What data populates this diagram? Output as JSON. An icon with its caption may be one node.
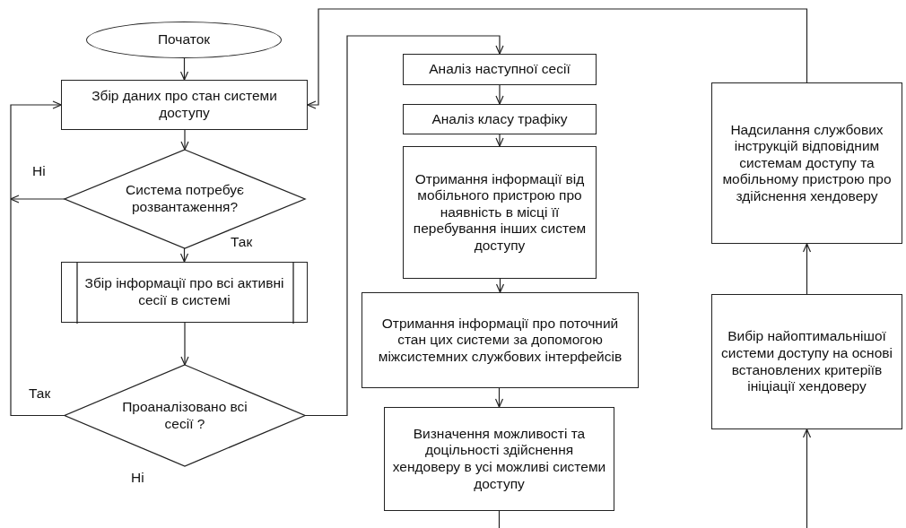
{
  "diagram": {
    "nodes": [
      {
        "text": [
          "Початок"
        ]
      },
      {
        "text": [
          "Збір даних про стан системи доступу"
        ]
      },
      {
        "text": [
          "Система потребує розвантаження?"
        ]
      },
      {
        "text": [
          "Збір інформації про всі активні сесії в системі"
        ]
      },
      {
        "text": [
          "Проаналізовано всі сесії ?"
        ]
      },
      {
        "text": [
          "Аналіз наступної сесії"
        ]
      },
      {
        "text": [
          "Аналіз класу трафіку"
        ]
      },
      {
        "text": [
          "Отримання інформації від мобільного пристрою про наявність в місці її перебування інших систем доступу"
        ]
      },
      {
        "text": [
          "Отримання інформації про поточний стан цих системи за допомогою міжсистемних службових інтерфейсів"
        ]
      },
      {
        "text": [
          "Визначення можливості та доцільності здійснення хендоверу в усі можливі системи доступу"
        ]
      },
      {
        "text": [
          "Надсилання службових інструкцій відповідним системам доступу та мобільному пристрою про здійснення хендоверу"
        ]
      },
      {
        "text": [
          "Вибір найоптимальнішої системи доступу на основі встановлених критеріїв ініціації хендоверу"
        ]
      }
    ],
    "edges": [
      {
        "from": 0,
        "to": 1,
        "arrow": "to"
      },
      {
        "from": 1,
        "to": 2,
        "arrow": "to"
      },
      {
        "from": 2,
        "to": null,
        "arrow": "to",
        "label": "Ні"
      },
      {
        "from": 2,
        "to": 3,
        "arrow": "to",
        "label": "Так"
      },
      {
        "from": 3,
        "to": 4,
        "arrow": "to"
      },
      {
        "from": 4,
        "to": 1,
        "arrow": "to",
        "label": "Так"
      },
      {
        "from": 4,
        "to": 5,
        "arrow": "to"
      },
      {
        "from": 5,
        "to": 6,
        "arrow": "to"
      },
      {
        "from": 6,
        "to": 7,
        "arrow": "to"
      },
      {
        "from": 7,
        "to": 8,
        "arrow": "to"
      },
      {
        "from": 8,
        "to": 9,
        "arrow": "to"
      },
      {
        "from": 9,
        "to": null,
        "arrow": "none"
      },
      {
        "from": null,
        "to": 11,
        "arrow": "to"
      },
      {
        "from": 11,
        "to": 10,
        "arrow": "to"
      },
      {
        "from": 10,
        "to": 1,
        "arrow": "to"
      }
    ],
    "labels": [
      "Ні"
    ]
  }
}
